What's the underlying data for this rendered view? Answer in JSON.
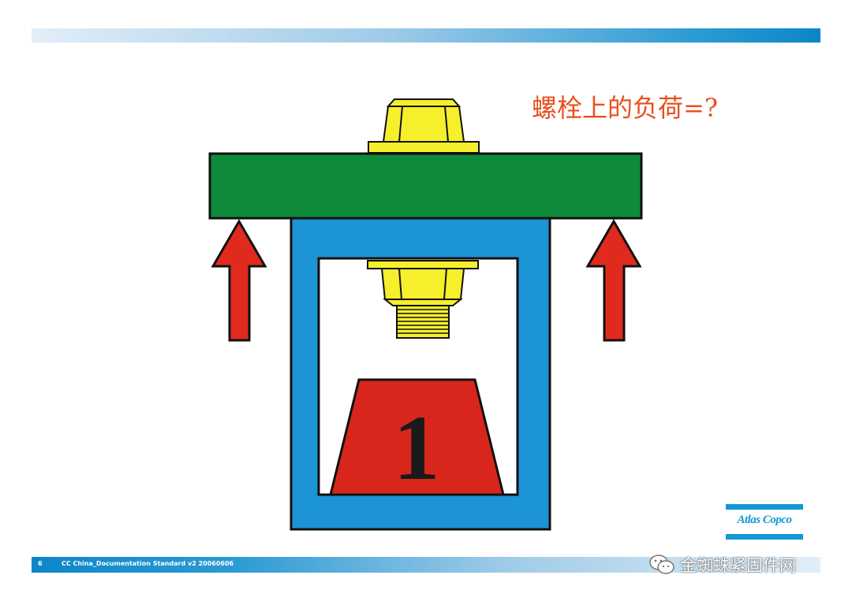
{
  "question": "螺栓上的负荷=?",
  "weight_number": "1",
  "footer": {
    "page_number": "6",
    "text": "CC China_Documentation Standard v2 20060606"
  },
  "logo": {
    "text": "Atlas Copco",
    "color": "#1297d4"
  },
  "watermark": {
    "text": "金蜘蛛紧固件网",
    "icon": "wechat-icon"
  },
  "colors": {
    "plate": "#0d8a3a",
    "frame": "#1d94d6",
    "bolt": "#f6ef2b",
    "arrow": "#e02a1e",
    "weight": "#d9261c",
    "question": "#e8501e"
  }
}
